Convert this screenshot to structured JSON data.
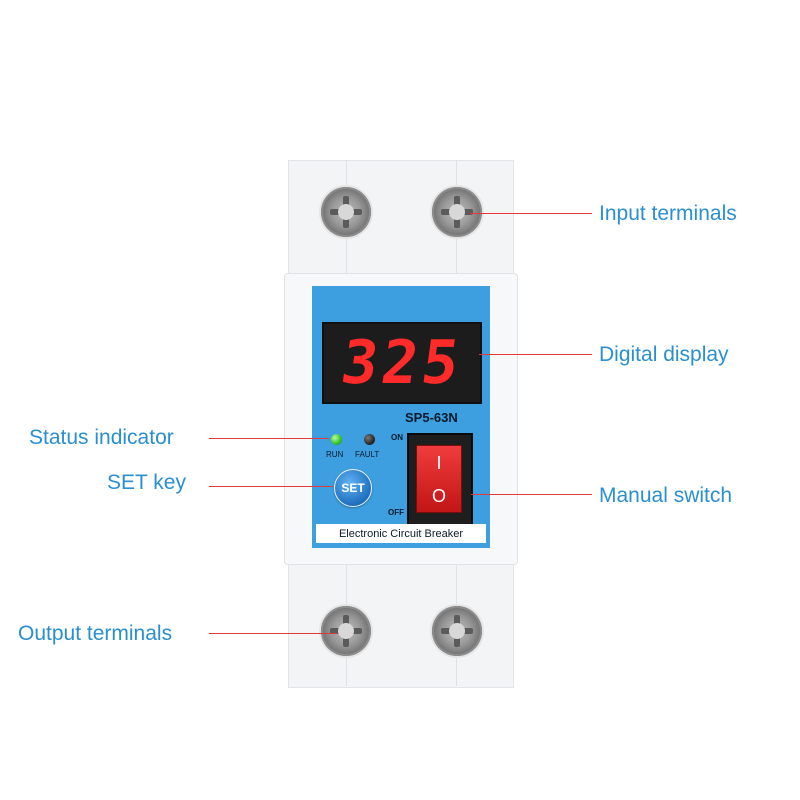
{
  "device": {
    "display_value": "325",
    "model": "SP5-63N",
    "run_label": "RUN",
    "fault_label": "FAULT",
    "set_label": "SET",
    "on_label": "ON",
    "off_label": "OFF",
    "switch_on_symbol": "I",
    "switch_off_symbol": "O",
    "name_strip": "Electronic Circuit Breaker"
  },
  "callouts": {
    "input_terminals": "Input terminals",
    "digital_display": "Digital display",
    "status_indicator": "Status indicator",
    "set_key": "SET key",
    "manual_switch": "Manual switch",
    "output_terminals": "Output terminals"
  },
  "colors": {
    "panel_blue": "#3d9ee0",
    "display_red": "#ff2a2a",
    "callout_blue": "#2a8fd0",
    "leader_red": "#e23a3a",
    "run_led_green": "#33c12a"
  }
}
